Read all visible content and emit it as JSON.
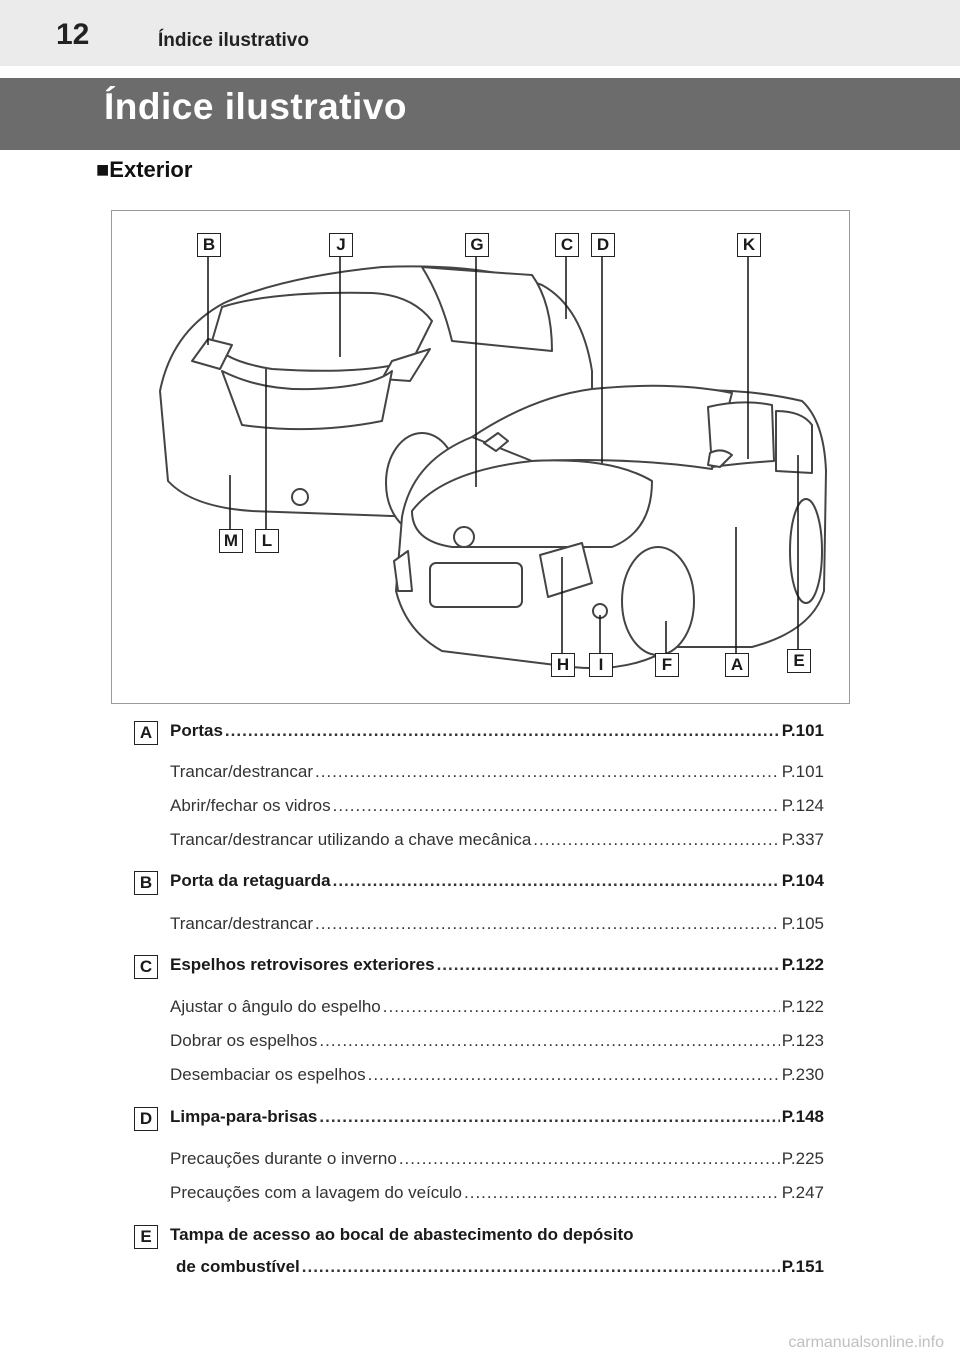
{
  "header": {
    "page_number": "12",
    "running_title": "Índice ilustrativo"
  },
  "banner": {
    "title": "Índice ilustrativo"
  },
  "section": {
    "title": "■Exterior"
  },
  "figure": {
    "callouts_top": [
      "B",
      "J",
      "G",
      "C",
      "D",
      "K"
    ],
    "callouts_left": [
      "M",
      "L"
    ],
    "callouts_bottom": [
      "H",
      "I",
      "F",
      "A",
      "E"
    ]
  },
  "entries": [
    {
      "letter": "A",
      "title": "Portas",
      "page": "P.101",
      "subs": [
        {
          "text": "Trancar/destrancar",
          "page": "P.101"
        },
        {
          "text": "Abrir/fechar os vidros",
          "page": "P.124"
        },
        {
          "text": "Trancar/destrancar utilizando a chave mecânica",
          "page": "P.337"
        }
      ]
    },
    {
      "letter": "B",
      "title": "Porta da retaguarda",
      "page": "P.104",
      "subs": [
        {
          "text": "Trancar/destrancar",
          "page": "P.105"
        }
      ]
    },
    {
      "letter": "C",
      "title": "Espelhos retrovisores exteriores",
      "page": "P.122",
      "subs": [
        {
          "text": "Ajustar o ângulo do espelho",
          "page": "P.122"
        },
        {
          "text": "Dobrar os espelhos",
          "page": "P.123"
        },
        {
          "text": "Desembaciar os espelhos",
          "page": "P.230"
        }
      ]
    },
    {
      "letter": "D",
      "title": "Limpa-para-brisas",
      "page": "P.148",
      "subs": [
        {
          "text": "Precauções durante o inverno",
          "page": "P.225"
        },
        {
          "text": "Precauções com a lavagem do veículo",
          "page": "P.247"
        }
      ]
    },
    {
      "letter": "E",
      "title": "Tampa de acesso ao bocal de abastecimento do depósito",
      "title_cont": "de combustível",
      "page": "P.151"
    }
  ],
  "watermark": "carmanualsonline.info"
}
